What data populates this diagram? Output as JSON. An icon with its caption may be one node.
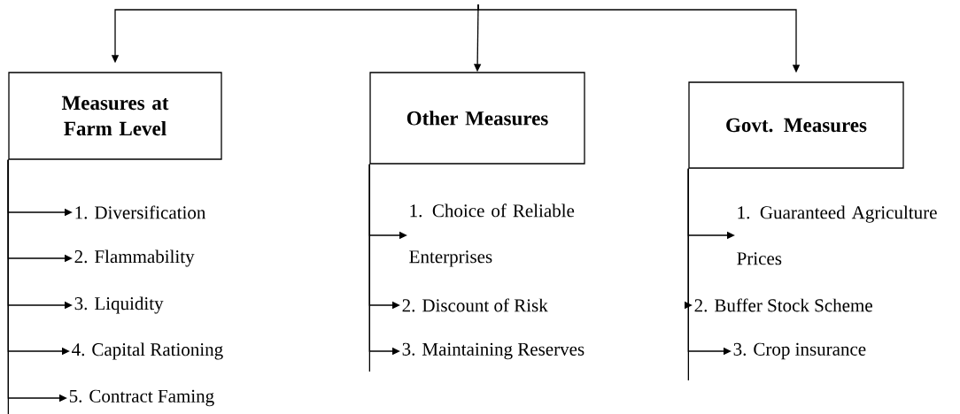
{
  "diagram": {
    "nodes": [
      {
        "text": [
          "Measures at Farm Level"
        ]
      },
      {
        "text": [
          "1. Diversification"
        ]
      },
      {
        "text": [
          "2. Flammability"
        ]
      },
      {
        "text": [
          "3. Liquidity"
        ]
      },
      {
        "text": [
          "4. Capital Rationing"
        ]
      },
      {
        "text": [
          "5. Contract Faming"
        ]
      },
      {
        "text": [
          "Other Measures"
        ]
      },
      {
        "text": [
          "1. Choice of Reliable Enterprises"
        ]
      },
      {
        "text": [
          "2. Discount of Risk"
        ]
      },
      {
        "text": [
          "3. Maintaining Reserves"
        ]
      },
      {
        "text": [
          "Govt. Measures"
        ]
      },
      {
        "text": [
          "1. Guaranteed Agriculture Prices"
        ]
      },
      {
        "text": [
          "2. Buffer Stock Scheme"
        ]
      },
      {
        "text": [
          "3. Crop insurance"
        ]
      }
    ],
    "edges": [
      {
        "from": null,
        "to": 0,
        "arrow": "to"
      },
      {
        "from": null,
        "to": 6,
        "arrow": "to"
      },
      {
        "from": null,
        "to": 10,
        "arrow": "to"
      },
      {
        "from": 0,
        "to": 1,
        "arrow": "to"
      },
      {
        "from": 0,
        "to": 2,
        "arrow": "to"
      },
      {
        "from": 0,
        "to": 3,
        "arrow": "to"
      },
      {
        "from": 0,
        "to": 4,
        "arrow": "to"
      },
      {
        "from": 0,
        "to": 5,
        "arrow": "to"
      },
      {
        "from": 6,
        "to": 7,
        "arrow": "to"
      },
      {
        "from": 6,
        "to": 8,
        "arrow": "to"
      },
      {
        "from": 6,
        "to": 9,
        "arrow": "to"
      },
      {
        "from": 10,
        "to": 11,
        "arrow": "to"
      },
      {
        "from": 10,
        "to": 12,
        "arrow": "to"
      },
      {
        "from": 10,
        "to": 13,
        "arrow": "to"
      }
    ]
  }
}
